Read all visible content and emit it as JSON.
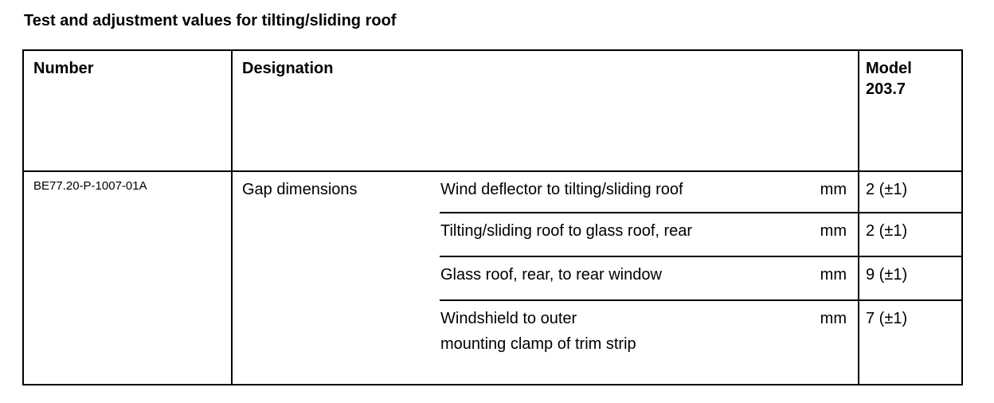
{
  "page_title": "Test and adjustment values for tilting/sliding roof",
  "table": {
    "headers": {
      "number": "Number",
      "designation": "Designation",
      "model": "Model\n203.7"
    },
    "row": {
      "number": "BE77.20-P-1007-01A",
      "group": "Gap dimensions",
      "items": [
        {
          "description": "Wind deflector to tilting/sliding roof",
          "unit": "mm",
          "value": "2 (±1)"
        },
        {
          "description": "Tilting/sliding roof to glass roof, rear",
          "unit": "mm",
          "value": "2 (±1)"
        },
        {
          "description": "Glass roof, rear, to rear window",
          "unit": "mm",
          "value": "9 (±1)"
        },
        {
          "description": "Windshield to outer\nmounting clamp of trim strip",
          "unit": "mm",
          "value": "7 (±1)"
        }
      ]
    },
    "colors": {
      "border": "#000000",
      "text": "#000000",
      "background": "#ffffff"
    }
  }
}
